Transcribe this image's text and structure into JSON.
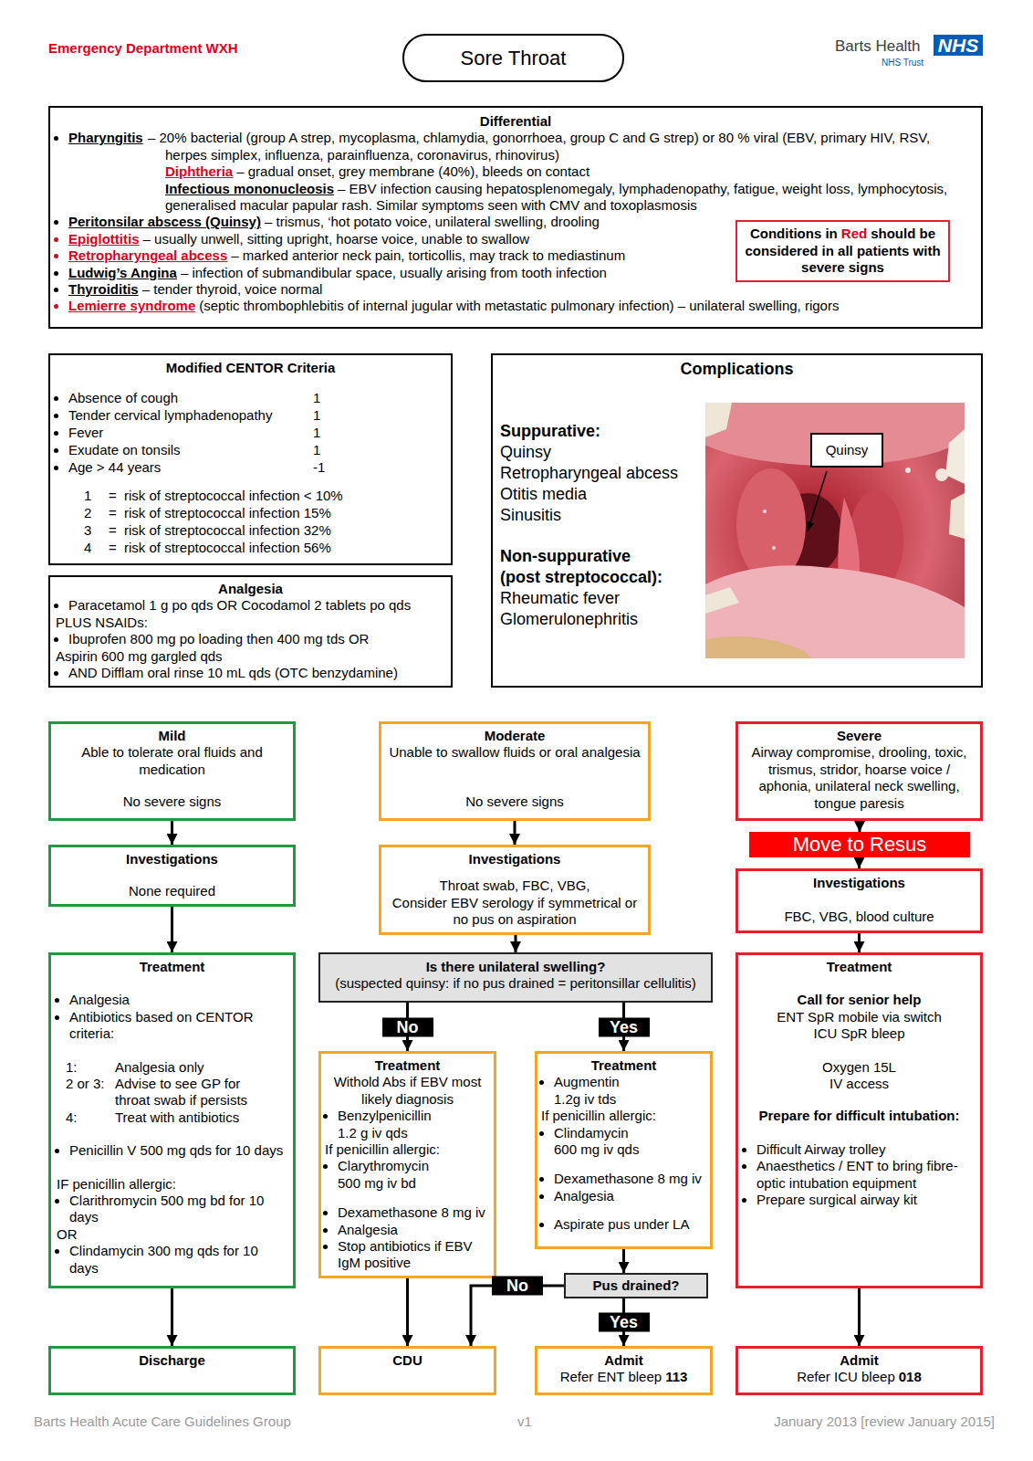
{
  "diagram": {
    "title": "Sore Throat",
    "nodes": [
      {
        "text": [
          "Differential",
          "Pharyngitis",
          "– 20% bacterial (group A strep, mycoplasma, chlamydia, gonorrhoea, group C and G strep) or 80 % viral (EBV, primary HIV, RSV, herpes simplex, influenza, parainfluenza, coronavirus, rhinovirus)",
          "Diphtheria",
          "– gradual onset, grey membrane (40%), bleeds on contact",
          "Infectious mononucleosis",
          "– EBV infection causing hepatosplenomegaly, lymphadenopathy, fatigue, weight loss, lymphocytosis, generalised macular papular rash. Similar symptoms seen with CMV and toxoplasmosis",
          "Peritonsilar abscess (Quinsy)",
          "– trismus, ‘hot potato voice, unilateral swelling, drooling",
          "Epiglottitis",
          "– usually unwell, sitting upright, hoarse voice, unable to swallow",
          "Retropharyngeal abcess",
          "– marked anterior neck pain, torticollis, may track to mediastinum",
          "Ludwig’s Angina",
          "– infection of submandibular space, usually arising from tooth infection",
          "Thyroiditis",
          "– tender thyroid, voice normal",
          "Lemierre syndrome",
          "(septic thrombophlebitis of internal jugular with metastatic pulmonary infection) – unilateral swelling, rigors"
        ]
      },
      {
        "text": [
          "Conditions in",
          "Red",
          "should be considered in all patients with severe signs"
        ],
        "in": 0
      },
      {
        "text": [
          "Modified CENTOR Criteria",
          "Absence of cough",
          "1",
          "Tender cervical lymphadenopathy",
          "1",
          "Fever",
          "1",
          "Exudate on tonsils",
          "1",
          "Age > 44 years",
          "-1",
          "1",
          "=",
          "risk of streptococcal infection < 10%",
          "2",
          "=",
          "risk of streptococcal infection 15%",
          "3",
          "=",
          "risk of streptococcal infection 32%",
          "4",
          "=",
          "risk of streptococcal infection 56%"
        ]
      },
      {
        "text": [
          "Analgesia",
          "Paracetamol 1 g po qds OR Cocodamol 2 tablets po qds",
          "PLUS NSAIDs:",
          "Ibuprofen 800 mg po loading then 400 mg tds OR",
          "Aspirin 600 mg gargled qds",
          "AND Difflam oral rinse 10 mL qds (OTC benzydamine)"
        ]
      },
      {
        "text": [
          "Complications",
          "Suppurative:",
          "Quinsy",
          "Retropharyngeal abcess",
          "Otitis media",
          "Sinusitis",
          "Non-suppurative (post streptococcal):",
          "Rheumatic fever",
          "Glomerulonephritis"
        ]
      },
      {
        "text": [
          "Quinsy"
        ],
        "in": 4
      },
      {
        "text": [
          "Mild",
          "Able to tolerate oral fluids and medication",
          "No severe signs"
        ]
      },
      {
        "text": [
          "Moderate",
          "Unable to swallow fluids or oral analgesia",
          "No severe signs"
        ]
      },
      {
        "text": [
          "Severe",
          "Airway compromise, drooling, toxic, trismus, stridor, hoarse voice / aphonia, unilateral neck swelling, tongue paresis"
        ]
      },
      {
        "text": [
          "Move to Resus"
        ]
      },
      {
        "text": [
          "Investigations",
          "None required"
        ]
      },
      {
        "text": [
          "Investigations",
          "Throat swab, FBC, VBG,",
          "Consider EBV serology if symmetrical or no pus on aspiration"
        ]
      },
      {
        "text": [
          "Investigations",
          "FBC, VBG, blood culture"
        ]
      },
      {
        "text": [
          "Treatment",
          "Analgesia",
          "Antibiotics based on CENTOR criteria:",
          "1:",
          "Analgesia only",
          "2 or 3:",
          "Advise to see GP for throat swab if persists",
          "4:",
          "Treat with antibiotics",
          "Penicillin V 500 mg qds for 10 days",
          "IF penicillin allergic:",
          "Clarithromycin 500 mg bd for 10 days",
          "OR",
          "Clindamycin 300 mg qds for 10 days"
        ]
      },
      {
        "text": [
          "Is there unilateral swelling?",
          "(suspected quinsy: if no pus drained = peritonsillar cellulitis)"
        ]
      },
      {
        "text": [
          "Treatment",
          "Call for senior help",
          "ENT SpR mobile via switch",
          "ICU SpR bleep",
          "Oxygen 15L",
          "IV access",
          "Prepare for difficult intubation:",
          "Difficult Airway trolley",
          "Anaesthetics / ENT to bring fibre-optic intubation equipment",
          "Prepare surgical airway kit"
        ]
      },
      {
        "text": [
          "Treatment",
          "Withold Abs if EBV most likely diagnosis",
          "Benzylpenicillin",
          "1.2 g iv qds",
          "If penicillin allergic:",
          "Clarythromycin",
          "500 mg iv bd",
          "Dexamethasone 8 mg iv",
          "Analgesia",
          "Stop antibiotics if EBV IgM positive"
        ]
      },
      {
        "text": [
          "Treatment",
          "Augmentin",
          "1.2g iv tds",
          "If penicillin allergic:",
          "Clindamycin",
          "600 mg iv qds",
          "Dexamethasone 8 mg iv",
          "Analgesia",
          "Aspirate pus under LA"
        ]
      },
      {
        "text": [
          "Pus drained?"
        ]
      },
      {
        "text": [
          "Discharge"
        ]
      },
      {
        "text": [
          "CDU"
        ]
      },
      {
        "text": [
          "Admit",
          "Refer ENT bleep",
          "113"
        ]
      },
      {
        "text": [
          "Admit",
          "Refer ICU bleep",
          "018"
        ]
      }
    ],
    "edges": [
      {
        "from": 6,
        "to": 10,
        "arrow": "to"
      },
      {
        "from": 10,
        "to": 13,
        "arrow": "to"
      },
      {
        "from": 13,
        "to": 19,
        "arrow": "to"
      },
      {
        "from": 7,
        "to": 11,
        "arrow": "to"
      },
      {
        "from": 11,
        "to": 14,
        "arrow": "to"
      },
      {
        "from": 14,
        "to": 16,
        "label": "No",
        "arrow": "to"
      },
      {
        "from": 14,
        "to": 17,
        "label": "Yes",
        "arrow": "to"
      },
      {
        "from": 16,
        "to": 20,
        "arrow": "to"
      },
      {
        "from": 17,
        "to": 18,
        "arrow": "to"
      },
      {
        "from": 18,
        "to": 21,
        "label": "Yes",
        "arrow": "to"
      },
      {
        "from": 18,
        "to": 20,
        "label": "No",
        "arrow": "to"
      },
      {
        "from": 8,
        "to": 9,
        "arrow": "to"
      },
      {
        "from": 9,
        "to": 12,
        "arrow": "to"
      },
      {
        "from": 12,
        "to": 15,
        "arrow": "to"
      },
      {
        "from": 15,
        "to": 22,
        "arrow": "to"
      }
    ],
    "labels": [
      "Emergency Department WXH",
      "Barts Health",
      "NHS",
      "NHS Trust",
      "Barts Health Acute Care Guidelines Group",
      "v1",
      "January 2013 [review January 2015]"
    ]
  }
}
